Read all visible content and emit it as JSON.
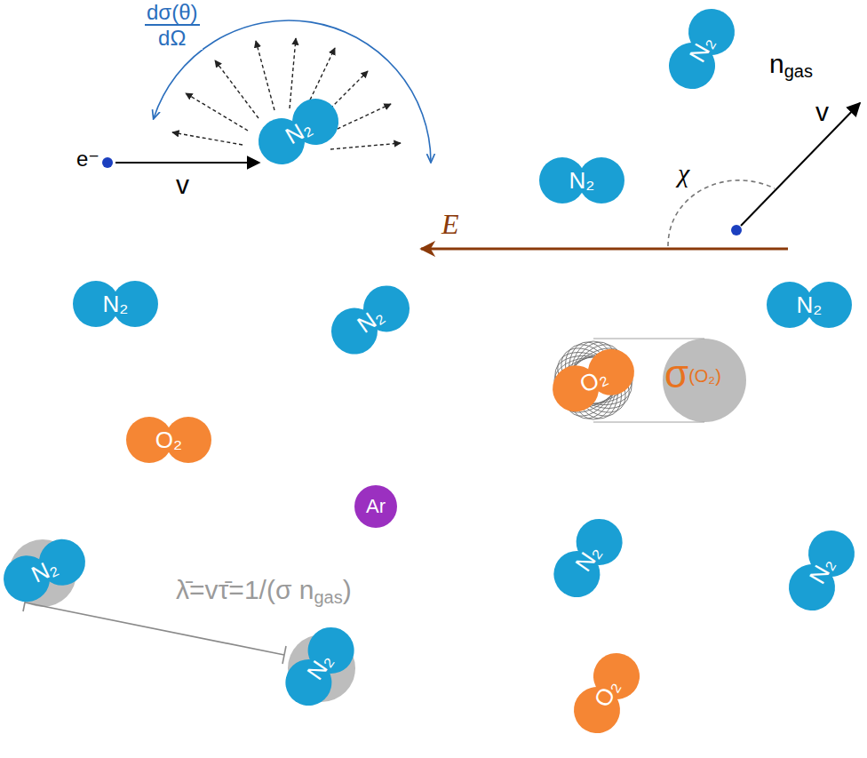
{
  "diagram": {
    "nodes": [
      {
        "text": [
          "N₂"
        ]
      },
      {
        "text": [
          "N₂"
        ]
      },
      {
        "text": [
          "N₂"
        ]
      },
      {
        "text": [
          "N₂"
        ]
      },
      {
        "text": [
          "N₂"
        ]
      },
      {
        "text": [
          "N₂"
        ]
      },
      {
        "text": [
          "O₂"
        ]
      },
      {
        "text": [
          "O₂"
        ]
      },
      {
        "text": [
          "Ar"
        ]
      },
      {
        "text": [
          "N₂"
        ]
      },
      {
        "text": [
          "N₂"
        ]
      },
      {
        "text": [
          "N₂"
        ]
      },
      {
        "text": [
          "N₂"
        ]
      },
      {
        "text": [
          "O₂"
        ]
      }
    ],
    "labels": [
      "e⁻",
      "dσ(θ)",
      "dΩ",
      "v",
      "n",
      "gas",
      "v",
      "χ",
      "E",
      "σ",
      "(O₂)",
      "λ̄=vτ̄=1/(σ n",
      "gas",
      ")"
    ]
  }
}
